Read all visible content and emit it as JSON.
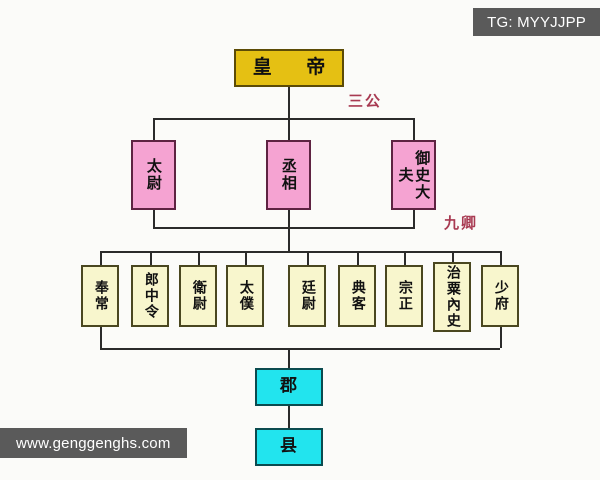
{
  "watermarks": {
    "top_right": "TG: MYYJJPP",
    "bottom_left": "www.genggenghs.com"
  },
  "diagram": {
    "emperor": {
      "label": "皇 帝",
      "color": "#e5c013"
    },
    "group_labels": {
      "three_dukes": "三公",
      "nine_ministers": "九卿",
      "color": "#a83a52"
    },
    "three_dukes": {
      "color": "#f5a3d2",
      "items": [
        {
          "label": "太尉"
        },
        {
          "label": "丞相"
        },
        {
          "label": "御史大夫"
        }
      ]
    },
    "nine_ministers": {
      "color": "#f8f6cd",
      "items": [
        {
          "label": "奉常"
        },
        {
          "label": "郎中令"
        },
        {
          "label": "衛尉"
        },
        {
          "label": "太僕"
        },
        {
          "label": "廷尉"
        },
        {
          "label": "典客"
        },
        {
          "label": "宗正"
        },
        {
          "label": "治粟內史"
        },
        {
          "label": "少府"
        }
      ]
    },
    "local_administration": {
      "color": "#22e4ee",
      "items": [
        {
          "label": "郡"
        },
        {
          "label": "县"
        }
      ]
    }
  }
}
